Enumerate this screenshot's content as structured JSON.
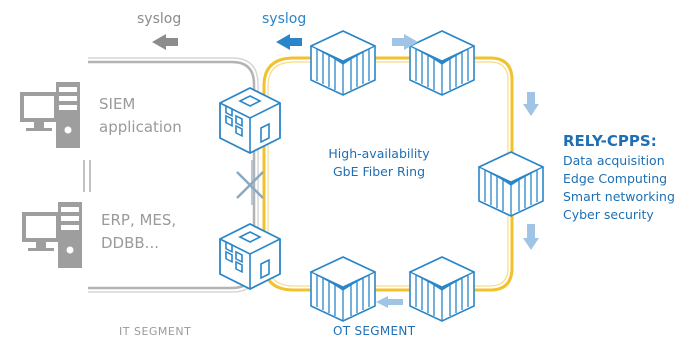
{
  "syslog_it": "syslog",
  "syslog_ot": "syslog",
  "siem": {
    "line1": "SIEM",
    "line2": "application"
  },
  "erp": {
    "line1": "ERP, MES,",
    "line2": "DDBB..."
  },
  "ring": {
    "line1": "High-availability",
    "line2": "GbE Fiber Ring"
  },
  "it_segment": "IT SEGMENT",
  "ot_segment": "OT SEGMENT",
  "rely": {
    "title": "RELY-CPPS:",
    "features": [
      "Data acquisition",
      "Edge Computing",
      "Smart networking",
      "Cyber security"
    ]
  },
  "colors": {
    "ring_yellow": "#f2c12e",
    "it_gray": "#a6a6a6",
    "accent_blue": "#2a86c9",
    "arrow_light_blue": "#7fb3dd"
  },
  "icons": [
    "computer-icon",
    "switch-cube-icon",
    "node-cube-icon",
    "arrow-icon",
    "broken-link-x-icon"
  ]
}
